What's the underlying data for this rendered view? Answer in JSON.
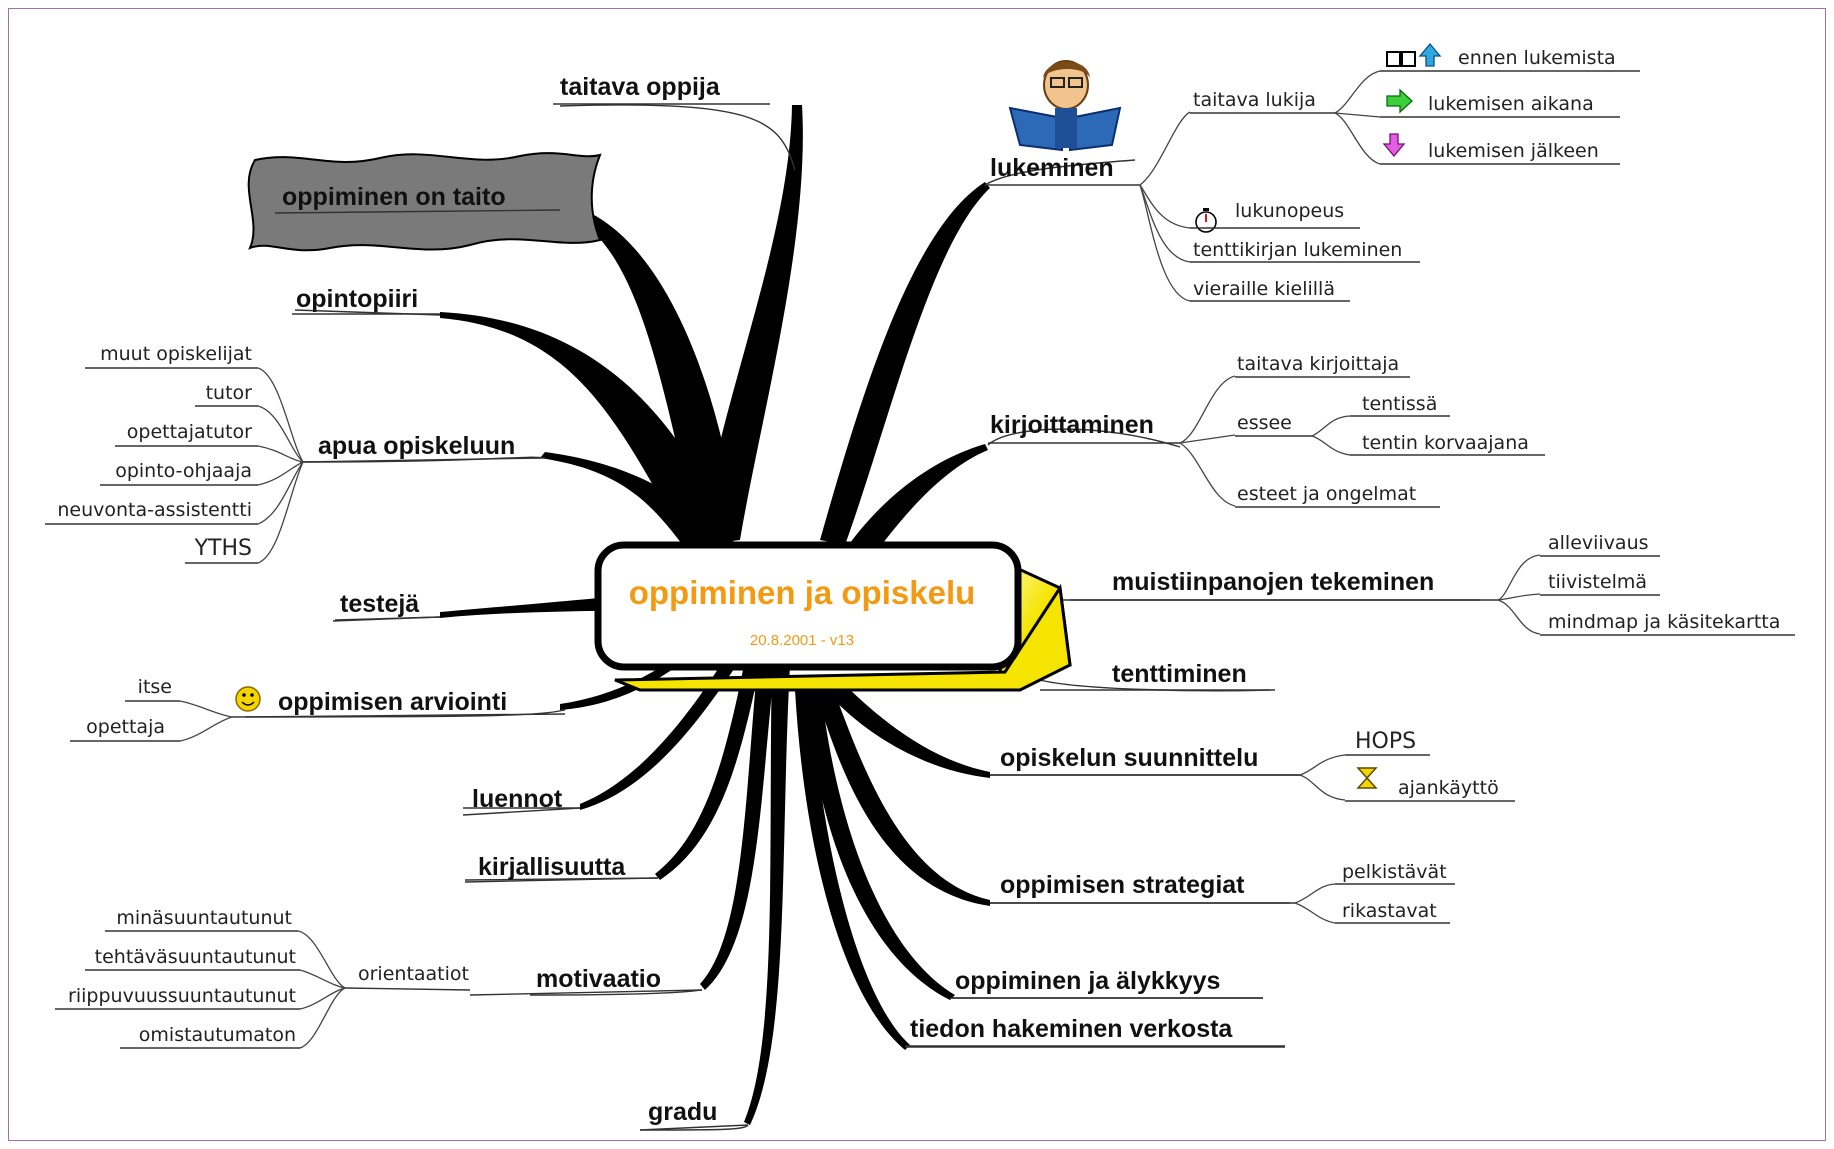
{
  "center": {
    "title": "oppiminen ja opiskelu",
    "date": "20.8.2001 - v13"
  },
  "left": {
    "taitava_oppija": "taitava oppija",
    "oppiminen_on_taito": "oppiminen on taito",
    "opintopiiri": "opintopiiri",
    "apua_opiskeluun": {
      "label": "apua opiskeluun",
      "children": [
        "muut opiskelijat",
        "tutor",
        "opettajatutor",
        "opinto-ohjaaja",
        "neuvonta-assistentti",
        "YTHS"
      ]
    },
    "testeja": "testejä",
    "oppimisen_arviointi": {
      "label": "oppimisen arviointi",
      "children": [
        "itse",
        "opettaja"
      ]
    },
    "luennot": "luennot",
    "kirjallisuutta": "kirjallisuutta",
    "motivaatio": {
      "label": "motivaatio",
      "orientaatiot": "orientaatiot",
      "children": [
        "minäsuuntautunut",
        "tehtäväsuuntautunut",
        "riippuvuussuuntautunut",
        "omistautumaton"
      ]
    },
    "gradu": "gradu"
  },
  "right": {
    "lukeminen": {
      "label": "lukeminen",
      "taitava_lukija": "taitava lukija",
      "lukija_children": [
        "ennen lukemista",
        "lukemisen aikana",
        "lukemisen jälkeen"
      ],
      "children": [
        "lukunopeus",
        "tenttikirjan lukeminen",
        "vieraille kielillä"
      ]
    },
    "kirjoittaminen": {
      "label": "kirjoittaminen",
      "taitava_kirjoittaja": "taitava kirjoittaja",
      "essee": "essee",
      "essee_children": [
        "tentissä",
        "tentin korvaajana"
      ],
      "esteet": "esteet ja ongelmat"
    },
    "muistiinpanojen": {
      "label": "muistiinpanojen  tekeminen",
      "children": [
        "alleviivaus",
        "tiivistelmä",
        "mindmap ja käsitekartta"
      ]
    },
    "tenttiminen": "tenttiminen",
    "opiskelun_suunnittelu": {
      "label": "opiskelun suunnittelu",
      "children": [
        "HOPS",
        "ajankäyttö"
      ]
    },
    "oppimisen_strategiat": {
      "label": "oppimisen strategiat",
      "children": [
        "pelkistävät",
        "rikastavat"
      ]
    },
    "oppiminen_ja_alykkyys": "oppiminen ja älykkyys",
    "tiedon_hakeminen": "tiedon hakeminen verkosta"
  },
  "colors": {
    "title": "#f39a12",
    "box3d": "#f5e400",
    "cloud": "#7a7a7a"
  },
  "icons": [
    "person-reading-icon",
    "book-icon",
    "arrow-up-icon",
    "arrow-right-icon",
    "arrow-down-icon",
    "stopwatch-icon",
    "smiley-icon",
    "hourglass-icon"
  ]
}
